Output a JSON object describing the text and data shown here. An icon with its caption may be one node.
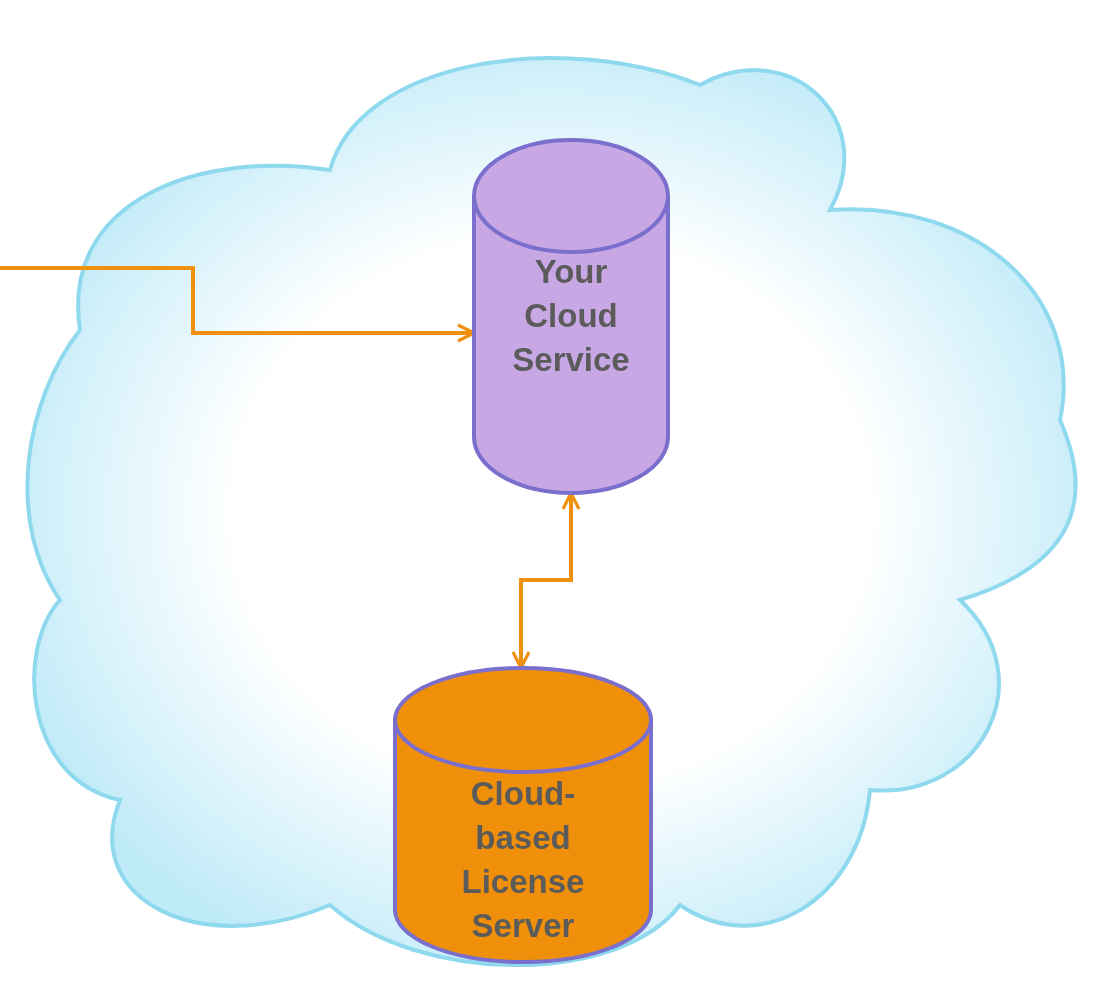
{
  "diagram": {
    "nodes": [
      {
        "text": [],
        "shape": "cloud"
      },
      {
        "text": [
          "Your Cloud Service"
        ],
        "in": 0
      },
      {
        "text": [
          "Cloud-based License Server"
        ],
        "in": 0
      }
    ],
    "edges": [
      {
        "from": null,
        "to": 1,
        "arrow": "to"
      },
      {
        "from": 1,
        "to": 2,
        "arrow": "both"
      }
    ]
  }
}
